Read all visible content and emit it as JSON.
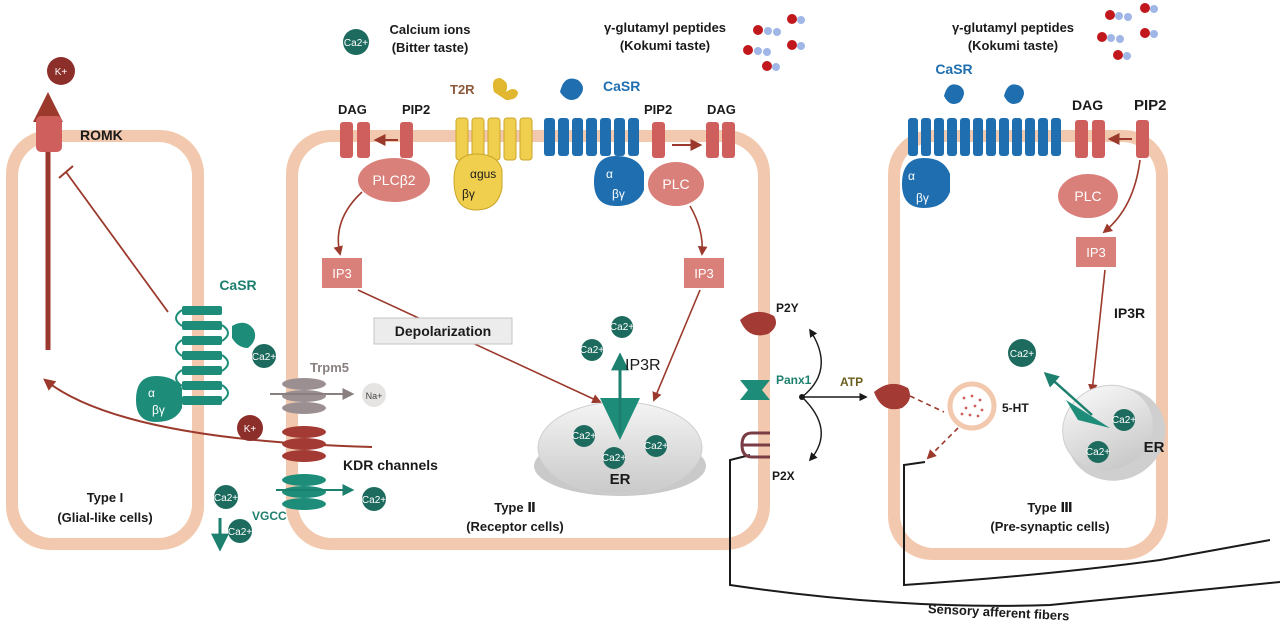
{
  "legend": {
    "calcium_symbol": "Ca2+",
    "calcium_label_line1": "Calcium ions",
    "calcium_label_line2": "(Bitter taste)",
    "peptides_left_line1": "γ-glutamyl peptides",
    "peptides_left_line2": "(Kokumi taste)",
    "peptides_right_line1": "γ-glutamyl peptides",
    "peptides_right_line2": "(Kokumi taste)"
  },
  "type1": {
    "kplus_top": "K+",
    "romk": "ROMK",
    "casr": "CaSR",
    "alpha": "α",
    "beta_gamma": "βγ",
    "ca_bound": "Ca2+",
    "title_line1": "Type I",
    "title_line2": "(Glial-like cells)",
    "vgcc_ca1": "Ca2+",
    "vgcc_ca2": "Ca2+",
    "vgcc": "VGCC"
  },
  "type2": {
    "dag_left": "DAG",
    "pip2_left": "PIP2",
    "t2r": "T2R",
    "casr": "CaSR",
    "pip2_right": "PIP2",
    "dag_right": "DAG",
    "plcb2": "PLCβ2",
    "alpha_gus": "αgus",
    "beta_gamma_gus": "βγ",
    "alpha": "α",
    "beta_gamma": "βγ",
    "plc": "PLC",
    "ip3_left": "IP3",
    "ip3_right": "IP3",
    "depolarization": "Depolarization",
    "ip3r": "IP3R",
    "er": "ER",
    "ca": "Ca2+",
    "title_line1": "Type Ⅱ",
    "title_line2": "(Receptor cells)"
  },
  "channels": {
    "trpm5": "Trpm5",
    "na": "Na+",
    "kplus": "K+",
    "kdr": "KDR channels",
    "ca_out": "Ca2+",
    "p2y": "P2Y",
    "panx1": "Panx1",
    "atp": "ATP",
    "p2x": "P2X"
  },
  "type3": {
    "casr": "CaSR",
    "dag": "DAG",
    "pip2": "PIP2",
    "alpha": "α",
    "beta_gamma": "βγ",
    "plc": "PLC",
    "ip3": "IP3",
    "ip3r": "IP3R",
    "ca_cyto": "Ca2+",
    "ht": "5-HT",
    "er": "ER",
    "ca": "Ca2+",
    "title_line1": "Type Ⅲ",
    "title_line2": "(Pre-synaptic cells)"
  },
  "fibers": "Sensory afferent fibers",
  "colors": {
    "membrane": "#f2c9ae",
    "receptor_red": "#cf5f5d",
    "casr_blue": "#1f6fb0",
    "teal": "#1d7f6e",
    "t2r_yellow": "#f0cf4f",
    "arrow_red": "#9b3a2c",
    "plc_pink": "#d9807a"
  }
}
